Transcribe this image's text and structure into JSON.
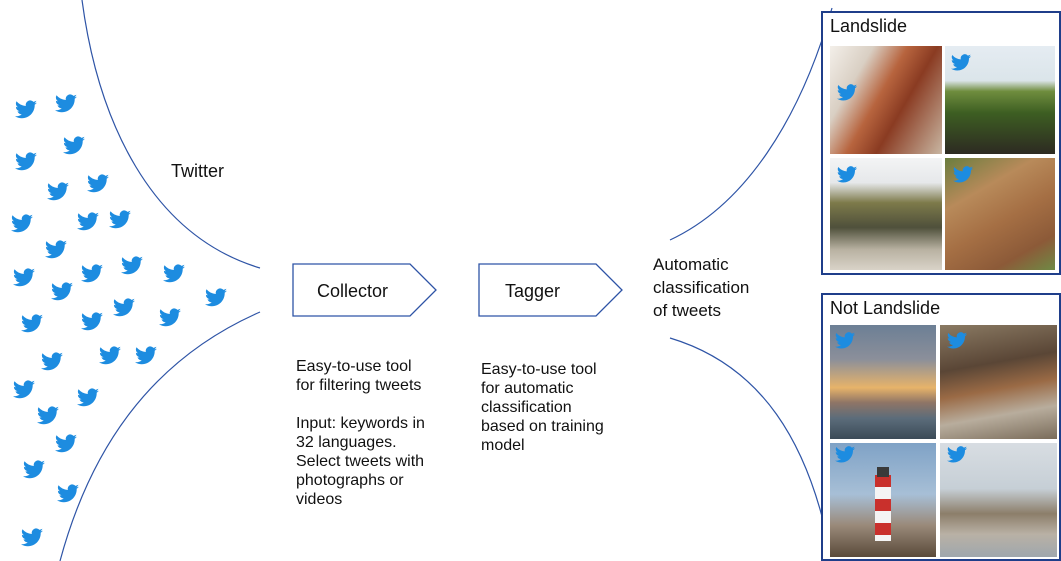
{
  "source": {
    "label": "Twitter"
  },
  "steps": [
    {
      "label": "Collector",
      "description": [
        "Easy-to-use tool",
        "for filtering tweets",
        "",
        "Input: keywords in",
        "32 languages.",
        "Select tweets with",
        "photographs or",
        "videos"
      ]
    },
    {
      "label": "Tagger",
      "description": [
        "Easy-to-use tool",
        "for automatic",
        "classification",
        "based on training",
        "model"
      ]
    }
  ],
  "output": {
    "label": [
      "Automatic",
      "classification",
      "of tweets"
    ]
  },
  "panels": [
    {
      "title": "Landslide",
      "photos": [
        "eroding red cliff face",
        "grassy cliff edge with onlookers",
        "layered coastal cliff above beach",
        "collapsed earth slope"
      ]
    },
    {
      "title": "Not Landslide",
      "photos": [
        "cloudy sunset over sea",
        "rusty metal pipe on trestles",
        "red and white lighthouse on rocks",
        "wooden groyne on beach"
      ]
    }
  ],
  "colors": {
    "twitter_blue": "#1d8ce0",
    "line_blue": "#2e54a6",
    "panel_border": "#1f3e8a"
  },
  "icons": {
    "tweet": "twitter-bird-icon"
  }
}
